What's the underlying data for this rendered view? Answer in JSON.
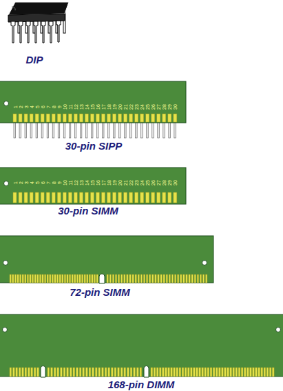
{
  "diagram": {
    "labels": [
      "DIP",
      "1",
      "2",
      "3",
      "4",
      "5",
      "6",
      "7",
      "8",
      "9",
      "10",
      "11",
      "12",
      "13",
      "14",
      "15",
      "16",
      "17",
      "18",
      "19",
      "20",
      "21",
      "22",
      "23",
      "24",
      "25",
      "26",
      "27",
      "28",
      "29",
      "30",
      "30-pin SIPP",
      "1",
      "2",
      "3",
      "4",
      "5",
      "6",
      "7",
      "8",
      "9",
      "10",
      "11",
      "12",
      "13",
      "14",
      "15",
      "16",
      "17",
      "18",
      "19",
      "20",
      "21",
      "22",
      "23",
      "24",
      "25",
      "26",
      "27",
      "28",
      "29",
      "30",
      "30-pin SIMM",
      "72-pin SIMM",
      "168-pin DIMM"
    ]
  }
}
